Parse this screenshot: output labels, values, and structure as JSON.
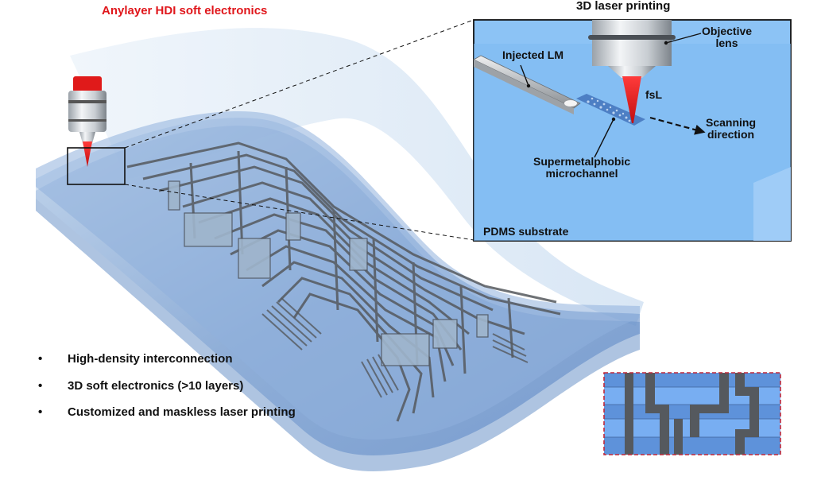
{
  "figure": {
    "main_title": "Anylayer HDI soft electronics",
    "inset": {
      "title": "3D laser printing",
      "labels": {
        "objective_lens": [
          "Objective",
          "lens"
        ],
        "injected_lm": "Injected LM",
        "fsl": "fsL",
        "scanning_direction": [
          "Scanning",
          "direction"
        ],
        "microchannel": [
          "Supermetalphobic",
          "microchannel"
        ],
        "substrate": "PDMS substrate"
      }
    },
    "bullets": [
      "High-density interconnection",
      "3D soft electronics (>10 layers)",
      "Customized and maskless laser printing"
    ],
    "bullet_glyph": "•",
    "colors": {
      "title_red": "#e0161b",
      "laser_red": "#e01a1a",
      "substrate_blue": "#8cc3f5",
      "film_blue": "#7fa8d8",
      "trace_gray": "#55595e",
      "frame_red": "#c0283a"
    }
  }
}
